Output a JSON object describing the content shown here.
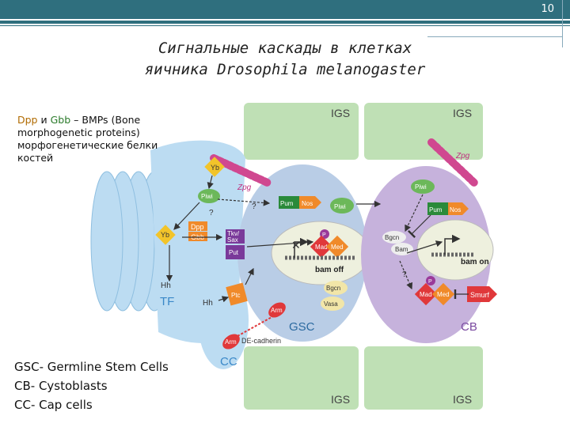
{
  "slide_number": "10",
  "title_line1": "Сигнальные каскады в клетках",
  "title_line2": "яичника Drosophila melanogaster",
  "note": {
    "dpp": "Dpp",
    "and": "и",
    "gbb": "Gbb",
    "rest": "– BMPs (Bone morphogenetic proteins) морфогенетические белки костей"
  },
  "legend": [
    "GSC- Germline Stem Cells",
    "CB- Cystoblasts",
    "CC- Cap cells"
  ],
  "diagram": {
    "igs_tl": "IGS",
    "igs_tr": "IGS",
    "igs_bl": "IGS",
    "igs_br": "IGS",
    "yb_top": "Yb",
    "yb_mid": "Yb",
    "zpg_left": "Zpg",
    "zpg_right": "Zpg",
    "piwi_tf": "Piwi",
    "q1": "?",
    "q2": "?",
    "q3": "?",
    "dpp": "Dpp",
    "gbb": "Gbb",
    "hh_tf": "Hh",
    "tf": "TF",
    "hh_cc": "Hh",
    "cc": "CC",
    "tkv": "Tkv/",
    "sax": "Sax",
    "put": "Put",
    "ptc": "Ptc",
    "arm_top": "Arm",
    "arm_bottom": "Arm",
    "de_cadherin": "DE-cadherin",
    "pum_l": "Pum",
    "nos_l": "Nos",
    "piwi_gsc": "Piwi",
    "p_gsc": "P",
    "mad_gsc": "Mad",
    "med_gsc": "Med",
    "bam_off": "bam off",
    "bgcn_gsc": "Bgcn",
    "vasa": "Vasa",
    "gsc": "GSC",
    "piwi_cb": "Piwi",
    "pum_r": "Pum",
    "nos_r": "Nos",
    "bgcn_cb": "Bgcn",
    "bam": "Bam",
    "bam_on": "bam on",
    "p_cb": "P",
    "mad_cb": "Mad",
    "med_cb": "Med",
    "smurf": "Smurf",
    "cb": "CB"
  },
  "colors": {
    "header": "#2f6f7e",
    "igs_green": "#bfe0b5",
    "tf_blue": "#bcdcf2",
    "gsc_blue": "#b9cde6",
    "cb_purple": "#c6b2dc",
    "green_protein": "#6cb85a",
    "yellow": "#f2c42a",
    "orange": "#f08a2a",
    "red": "#e0383a",
    "purple_tkv": "#7a3a9a",
    "pink_zpg": "#e058a0"
  }
}
